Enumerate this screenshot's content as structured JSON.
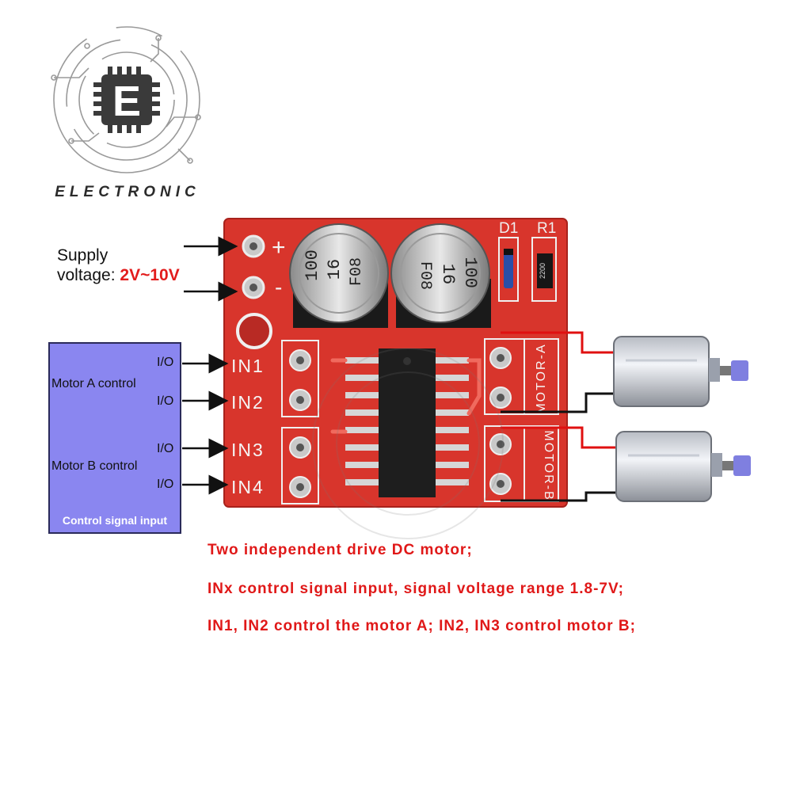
{
  "logo": {
    "letter": "E",
    "text": "ELECTRONIC"
  },
  "supply": {
    "label_line1": "Supply",
    "label_line2": "voltage:",
    "range": "2V~10V",
    "plus": "+",
    "minus": "-"
  },
  "control_box": {
    "io": "I/O",
    "motor_a": "Motor A control",
    "motor_b": "Motor B control",
    "footer": "Control signal input"
  },
  "board": {
    "pins": [
      "IN1",
      "IN2",
      "IN3",
      "IN4"
    ],
    "motor_a_label": "MOTOR-A",
    "motor_b_label": "MOTOR-B",
    "d1": "D1",
    "r1": "R1",
    "resistor_code": "2200",
    "cap1": [
      "100",
      "16",
      "F08"
    ],
    "cap2": [
      "100",
      "16",
      "F08"
    ]
  },
  "notes": [
    "Two independent drive DC motor;",
    "INx control signal input, signal voltage range 1.8-7V;",
    "IN1, IN2 control the motor A; IN2, IN3 control motor B;"
  ],
  "colors": {
    "board": "#d8352c",
    "text_red": "#e01818",
    "box": "#8a86f0"
  }
}
